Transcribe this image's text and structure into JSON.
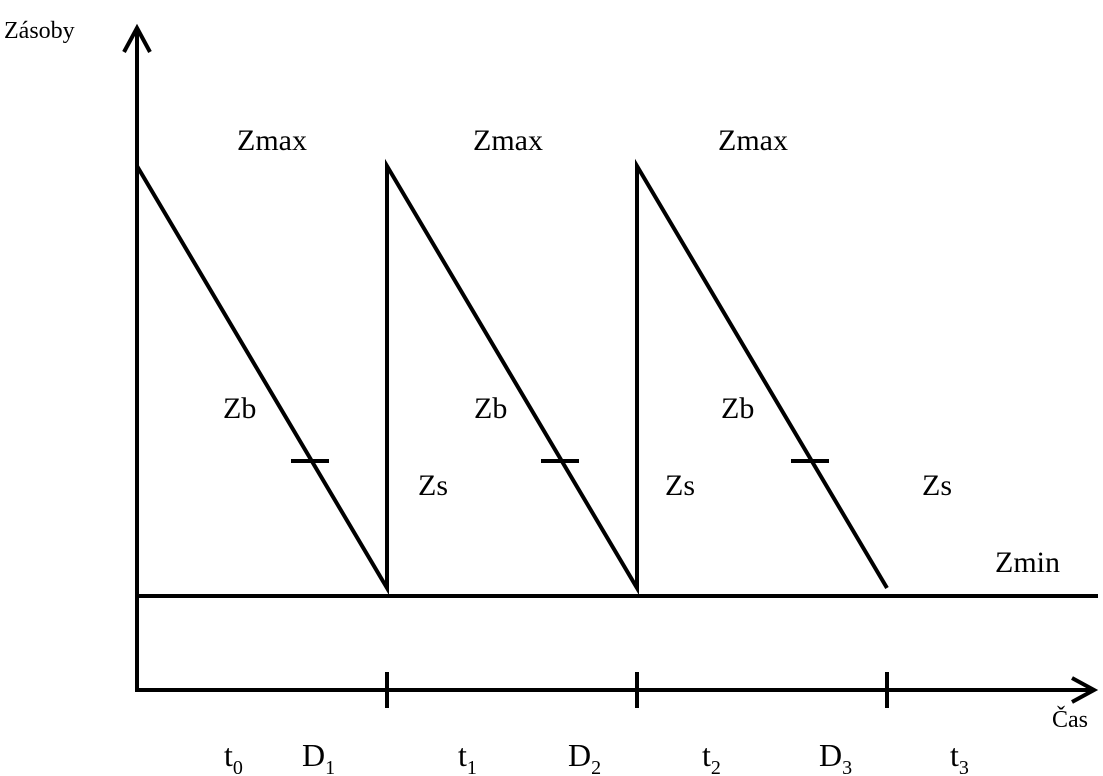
{
  "axes": {
    "y_label": "Zásoby",
    "x_label": "Čas"
  },
  "levels": {
    "max_label": "Zmax",
    "min_label": "Zmin",
    "signal_label": "Zb",
    "safety_label": "Zs"
  },
  "cycles": [
    {
      "max": "Zmax",
      "signal": "Zb",
      "safety": "Zs",
      "t_base": "t",
      "t_sub": "0",
      "d_base": "D",
      "d_sub": "1"
    },
    {
      "max": "Zmax",
      "signal": "Zb",
      "safety": "Zs",
      "t_base": "t",
      "t_sub": "1",
      "d_base": "D",
      "d_sub": "2"
    },
    {
      "max": "Zmax",
      "signal": "Zb",
      "safety": "Zs",
      "t_base": "t",
      "t_sub": "2",
      "d_base": "D",
      "d_sub": "3"
    }
  ],
  "final_period": {
    "t_base": "t",
    "t_sub": "3"
  }
}
